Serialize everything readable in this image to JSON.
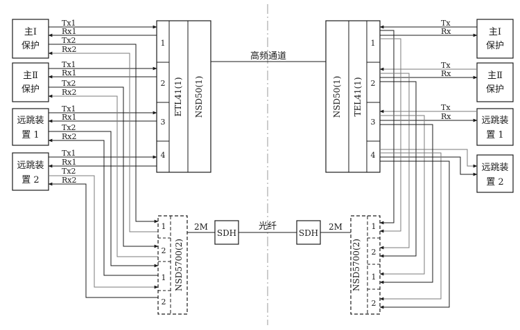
{
  "left_units": [
    {
      "line1": "主Ⅰ",
      "line2": "保护"
    },
    {
      "line1": "主Ⅱ",
      "line2": "保护"
    },
    {
      "line1": "远跳装",
      "line2": "置 1"
    },
    {
      "line1": "远跳装",
      "line2": "置 2"
    }
  ],
  "right_units": [
    {
      "line1": "主Ⅰ",
      "line2": "保护"
    },
    {
      "line1": "主Ⅱ",
      "line2": "保护"
    },
    {
      "line1": "远跳装",
      "line2": "置 1"
    },
    {
      "line1": "远跳装",
      "line2": "置 2"
    }
  ],
  "left_signals": {
    "tx1": "Tx1",
    "rx1": "Rx1",
    "tx2": "Tx2",
    "rx2": "Rx2"
  },
  "right_signals": {
    "tx": "Tx",
    "rx": "Rx"
  },
  "carrier_left": {
    "etl": "ETL41(1)",
    "nsd": "NSD50(1)",
    "ports": [
      "1",
      "2",
      "3",
      "4"
    ]
  },
  "carrier_right": {
    "nsd": "NSD50(1)",
    "tel": "TEL41(1)",
    "ports": [
      "1",
      "2",
      "3",
      "4"
    ]
  },
  "hf_channel_label": "高频通道",
  "fiber_label": "光纤",
  "sdh_label": "SDH",
  "link_2m_label": "2M",
  "mux_left": {
    "name": "NSD5700(2)",
    "ports": [
      "1",
      "2",
      "1",
      "2"
    ]
  },
  "mux_right": {
    "name": "NSD5700(2)",
    "ports": [
      "1",
      "2",
      "1",
      "2"
    ]
  }
}
